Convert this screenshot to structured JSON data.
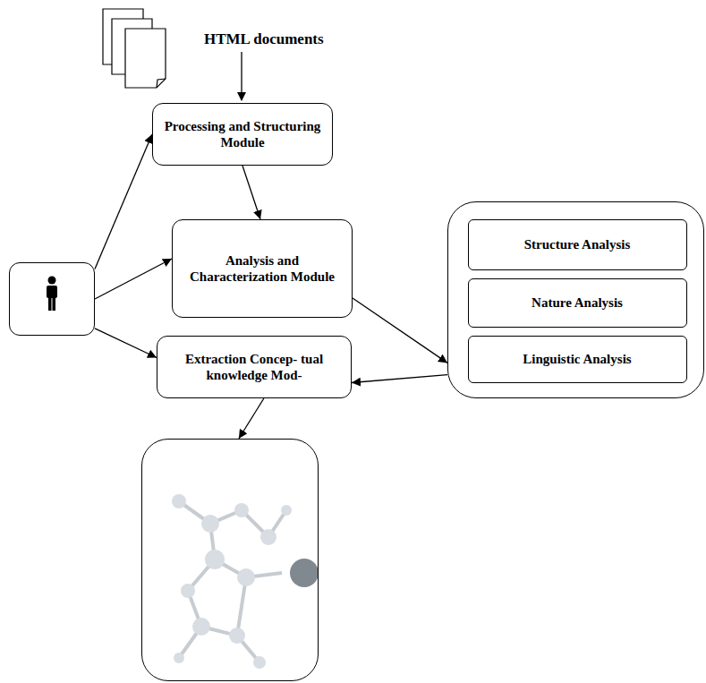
{
  "diagram": {
    "nodes": [
      {
        "text": [
          "Processing and Structuring Module"
        ]
      },
      {
        "text": []
      },
      {
        "text": [
          "Analysis and Characterization Module"
        ]
      },
      {
        "text": []
      },
      {
        "text": [
          "Structure Analysis"
        ],
        "in": 3
      },
      {
        "text": [
          "Nature Analysis"
        ],
        "in": 3
      },
      {
        "text": [
          "Linguistic Analysis"
        ],
        "in": 3
      },
      {
        "text": [
          "Extraction Concep- tual knowledge Mod-"
        ]
      },
      {
        "text": []
      }
    ],
    "edges": [
      {
        "from": 0,
        "to": 2,
        "arrow": "to"
      },
      {
        "from": 1,
        "to": 0,
        "arrow": "to"
      },
      {
        "from": 1,
        "to": 2,
        "arrow": "to"
      },
      {
        "from": 1,
        "to": 7,
        "arrow": "to"
      },
      {
        "from": 2,
        "to": 3,
        "arrow": "to"
      },
      {
        "from": 3,
        "to": 7,
        "arrow": "to"
      },
      {
        "from": 7,
        "to": 8,
        "arrow": "to"
      }
    ],
    "labels": [
      "HTML documents"
    ]
  }
}
